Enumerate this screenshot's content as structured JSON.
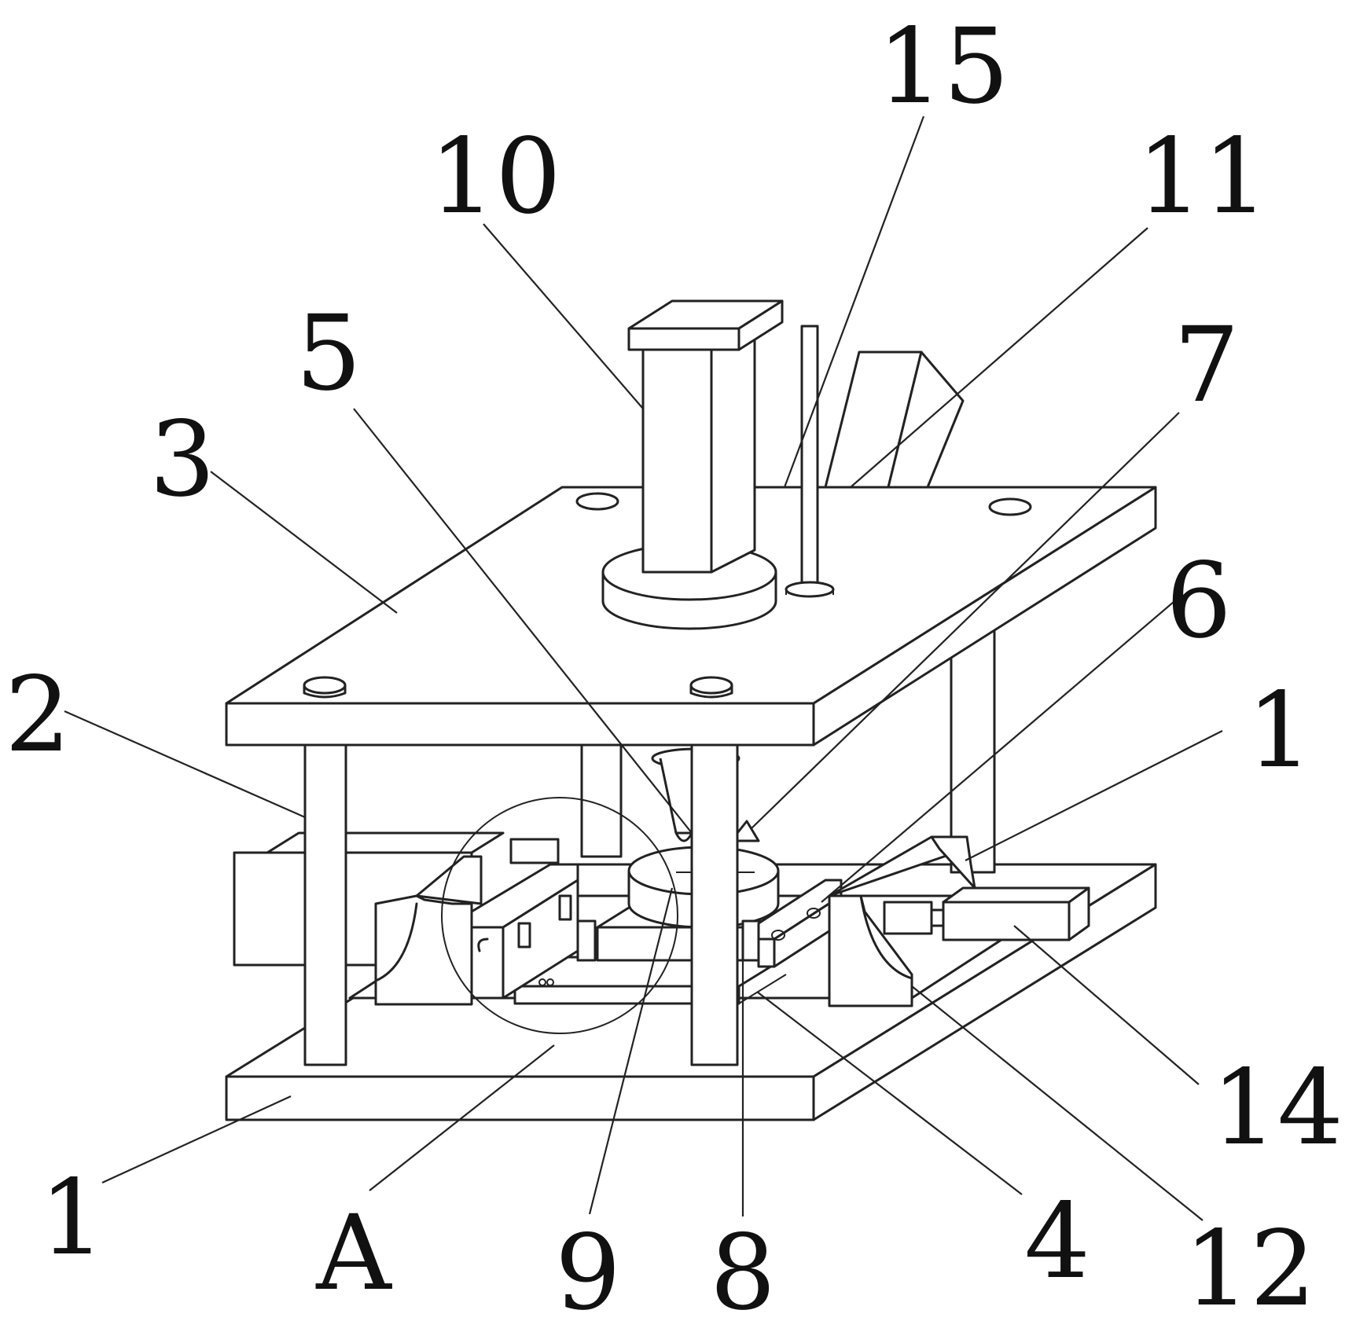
{
  "figure": {
    "labels": [
      {
        "id": "l15",
        "text": "15"
      },
      {
        "id": "l10",
        "text": "10"
      },
      {
        "id": "l11",
        "text": "11"
      },
      {
        "id": "l5",
        "text": "5"
      },
      {
        "id": "l7",
        "text": "7"
      },
      {
        "id": "l3",
        "text": "3"
      },
      {
        "id": "l6",
        "text": "6"
      },
      {
        "id": "l2",
        "text": "2"
      },
      {
        "id": "l1r",
        "text": "1"
      },
      {
        "id": "l14",
        "text": "14"
      },
      {
        "id": "l1l",
        "text": "1"
      },
      {
        "id": "lA",
        "text": "A"
      },
      {
        "id": "l9",
        "text": "9"
      },
      {
        "id": "l8",
        "text": "8"
      },
      {
        "id": "l4",
        "text": "4"
      },
      {
        "id": "l12",
        "text": "12"
      }
    ]
  }
}
